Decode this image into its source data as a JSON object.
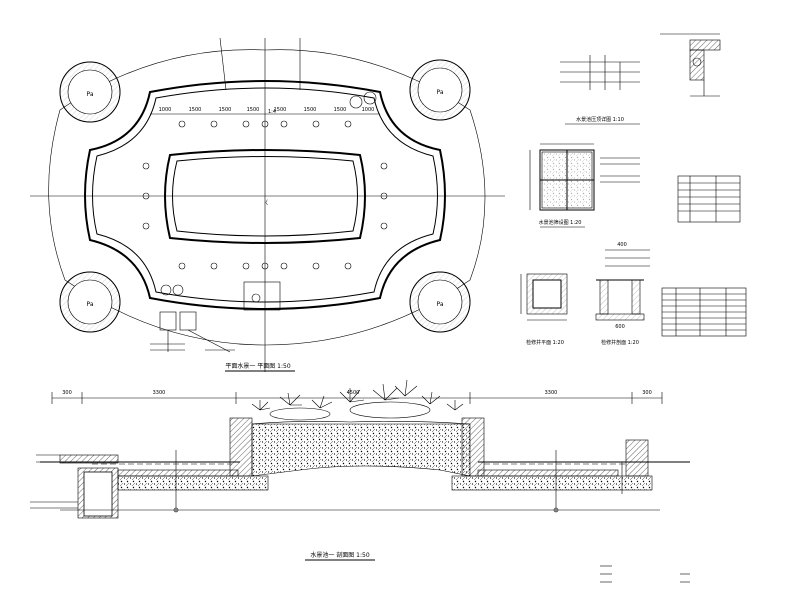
{
  "plan": {
    "planter_labels": [
      "Pa",
      "Pa",
      "Pa",
      "Pa"
    ],
    "center_label": "〈",
    "dims_top": [
      "1000",
      "1500",
      "1500",
      "1500",
      "1500",
      "1500",
      "1500",
      "1000"
    ],
    "dim_mid": "1:4",
    "title": "平面水景一 平面图 1:50"
  },
  "section": {
    "dims": [
      "300",
      "3300",
      "4500",
      "3300",
      "300"
    ],
    "title": "水景池一 剖面图 1:50"
  },
  "details": {
    "detail1_title": "水景池压顶详图 1:10",
    "detail2_title": "水景池筛设图 1:20",
    "detail3_title": "检修井平面 1:20",
    "detail4_title": "检修井剖面 1:20",
    "dim_600": "600",
    "dim_400": "400"
  }
}
